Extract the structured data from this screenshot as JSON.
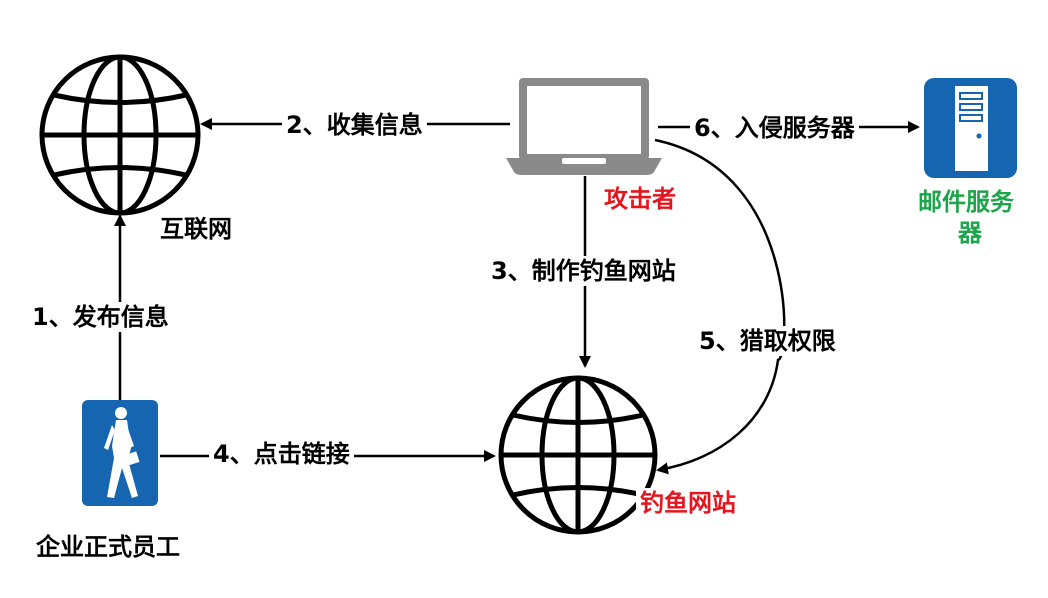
{
  "nodes": {
    "internet": {
      "label": "互联网",
      "icon": "globe-icon"
    },
    "attacker": {
      "label": "攻击者",
      "icon": "laptop-icon",
      "label_color": "#e8141c"
    },
    "mail_server": {
      "label_line1": "邮件服务",
      "label_line2": "器",
      "icon": "server-icon",
      "label_color": "#1ea44a"
    },
    "phishing_site": {
      "label": "钓鱼网站",
      "icon": "globe-icon",
      "label_color": "#e8141c"
    },
    "employee": {
      "label": "企业正式员工",
      "icon": "walking-person-icon",
      "icon_bg": "#1565b0"
    }
  },
  "edges": [
    {
      "label": "1、发布信息"
    },
    {
      "label": "2、收集信息"
    },
    {
      "label": "3、制作钓鱼网站"
    },
    {
      "label": "4、点击链接"
    },
    {
      "label": "5、猎取权限"
    },
    {
      "label": "6、入侵服务器"
    }
  ]
}
